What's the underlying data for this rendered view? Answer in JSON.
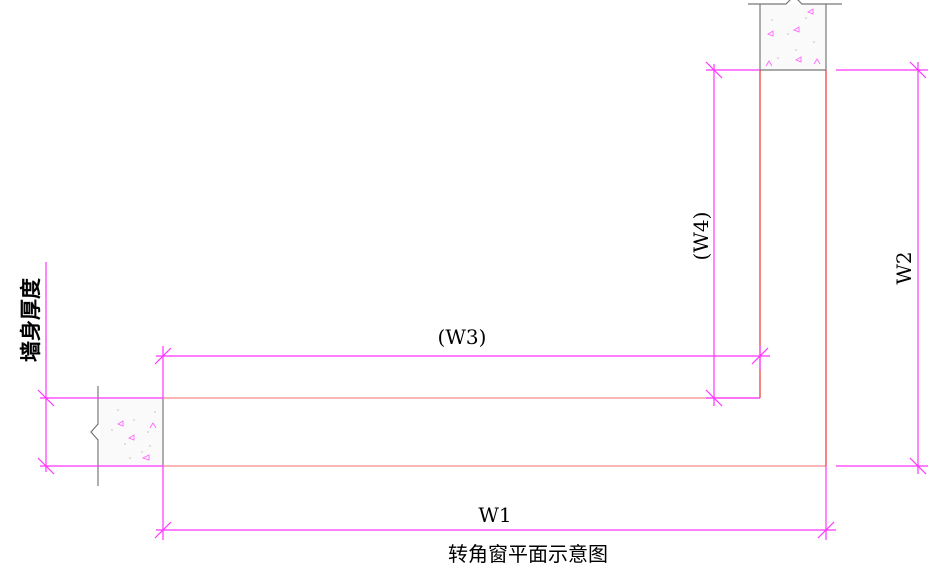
{
  "caption": "转角窗平面示意图",
  "labels": {
    "wall_thickness": "墙身厚度",
    "w1": "W1",
    "w2": "W2",
    "w3": "(W3)",
    "w4": "(W4)"
  },
  "colors": {
    "dimension": "#ff33ff",
    "window_frame": "#ee3333",
    "wall_edge": "#777777",
    "text": "#000000"
  }
}
